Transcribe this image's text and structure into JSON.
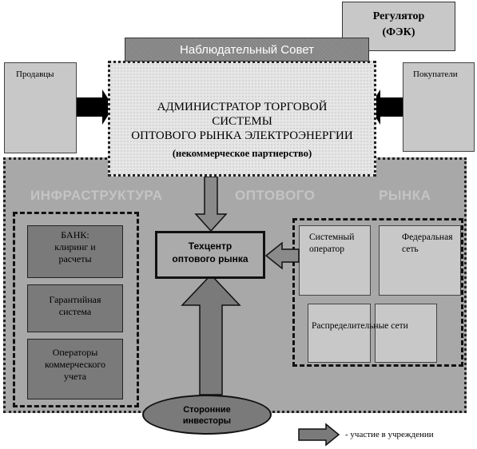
{
  "regulator": {
    "line1": "Регулятор",
    "line2": "(ФЭК)"
  },
  "council": {
    "label": "Наблюдательный Совет"
  },
  "administrator": {
    "line1": "АДМИНИСТРАТОР ТОРГОВОЙ",
    "line2": "СИСТЕМЫ",
    "line3": "ОПТОВОГО РЫНКА ЭЛЕКТРОЭНЕРГИИ",
    "subtitle": "(некоммерческое партнерство)"
  },
  "sellers": {
    "label": "Продавцы"
  },
  "buyers": {
    "label": "Покупатели"
  },
  "infrastructure": {
    "words": [
      "ИНФРАСТРУКТУРА",
      "ОПТОВОГО",
      "РЫНКА"
    ]
  },
  "left_group": [
    {
      "lines": [
        "БАНК:",
        "клиринг и",
        "расчеты"
      ]
    },
    {
      "lines": [
        "Гарантийная",
        "система"
      ]
    },
    {
      "lines": [
        "Операторы",
        "коммерческого",
        "учета"
      ]
    }
  ],
  "techcenter": {
    "line1": "Техцентр",
    "line2": "оптового рынка"
  },
  "right_group": {
    "system_operator": [
      "Системный",
      "оператор"
    ],
    "federal_network": [
      "Федеральная",
      "сеть"
    ],
    "distribution_networks": "Распределительные сети"
  },
  "investors": {
    "line1": "Сторонние",
    "line2": "инвесторы"
  },
  "legend": {
    "text": "- участие в учреждении"
  }
}
